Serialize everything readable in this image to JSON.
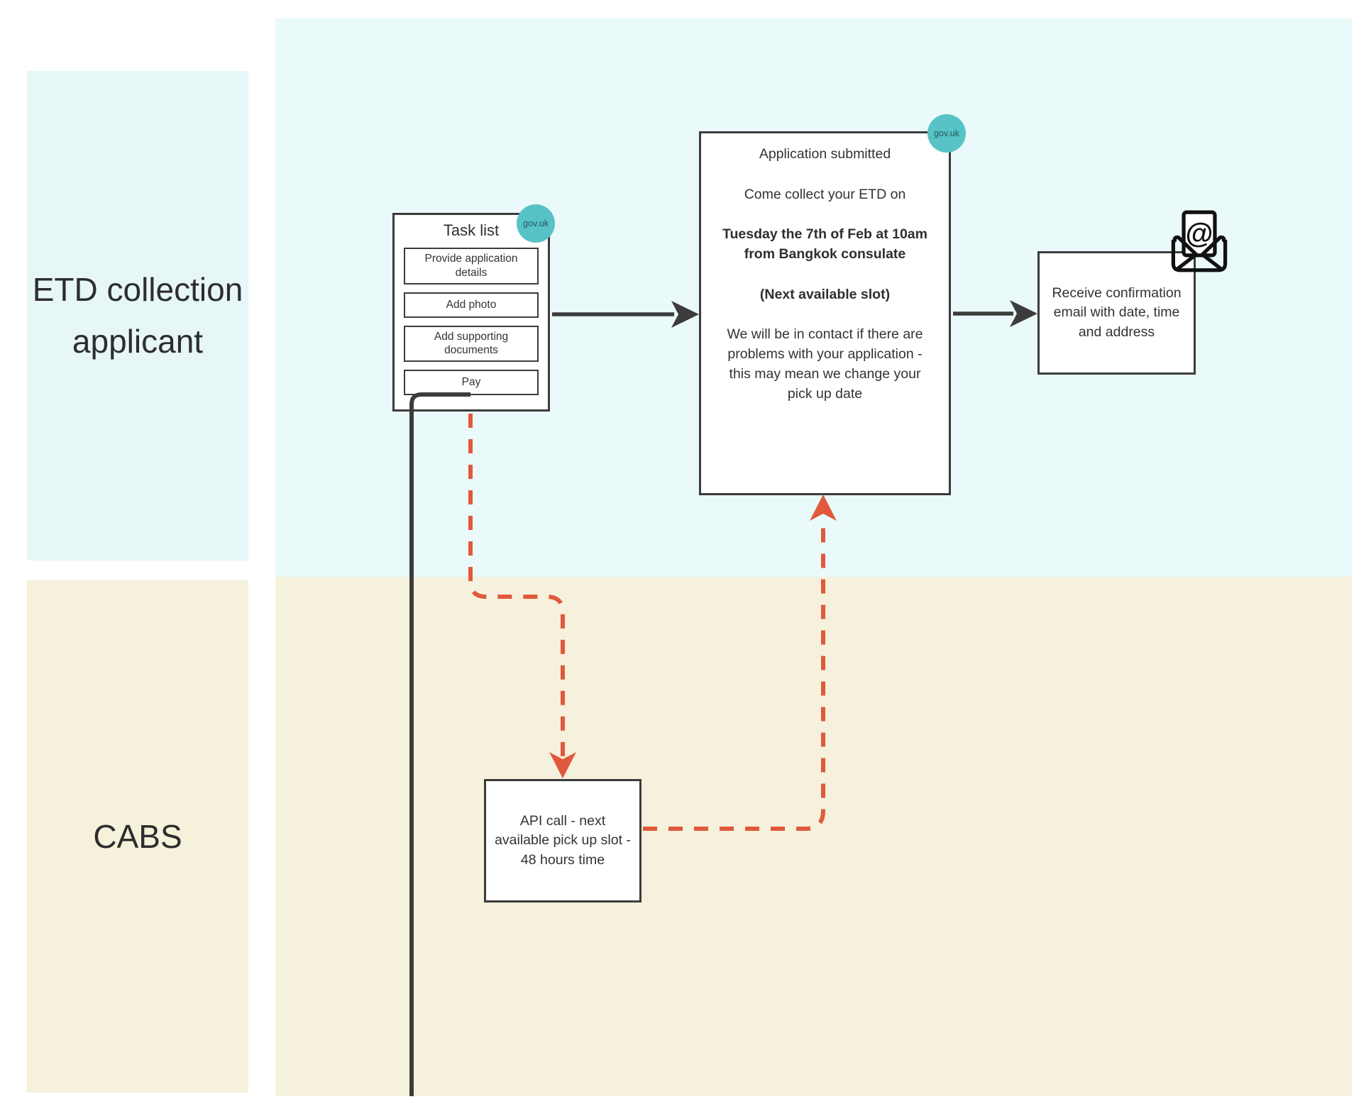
{
  "diagram": {
    "lanes": [
      {
        "id": "applicant",
        "label": "ETD collection applicant"
      },
      {
        "id": "cabs",
        "label": "CABS"
      }
    ],
    "badge_label": "gov.uk",
    "task_list": {
      "title": "Task list",
      "items": [
        "Provide application details",
        "Add photo",
        "Add supporting documents",
        "Pay"
      ]
    },
    "application_submitted": {
      "p1": "Application submitted",
      "p2": "Come collect your ETD on",
      "p3": "Tuesday the 7th of Feb at 10am from Bangkok consulate",
      "p4": "(Next available slot)",
      "p5": "We will be in contact if there are problems with your application - this may mean we change your pick up date"
    },
    "confirmation_email": "Receive confirmation email with date, time and address",
    "api_call": "API call - next available pick up slot - 48 hours time",
    "icons": {
      "email": "open-envelope-with-at-symbol",
      "badge": "gov-uk-circle"
    },
    "colors": {
      "lane_applicant_bg": "#e7f6f7",
      "lane_cabs_bg": "#f6f1dc",
      "canvas_applicant_bg": "#eaf9f9",
      "canvas_cabs_bg": "#f6f1dc",
      "badge_bg": "#57c3c7",
      "box_border": "#3c3c3c",
      "connector_dark": "#3c3c3c",
      "connector_orange": "#e0593c",
      "text": "#333333"
    }
  }
}
